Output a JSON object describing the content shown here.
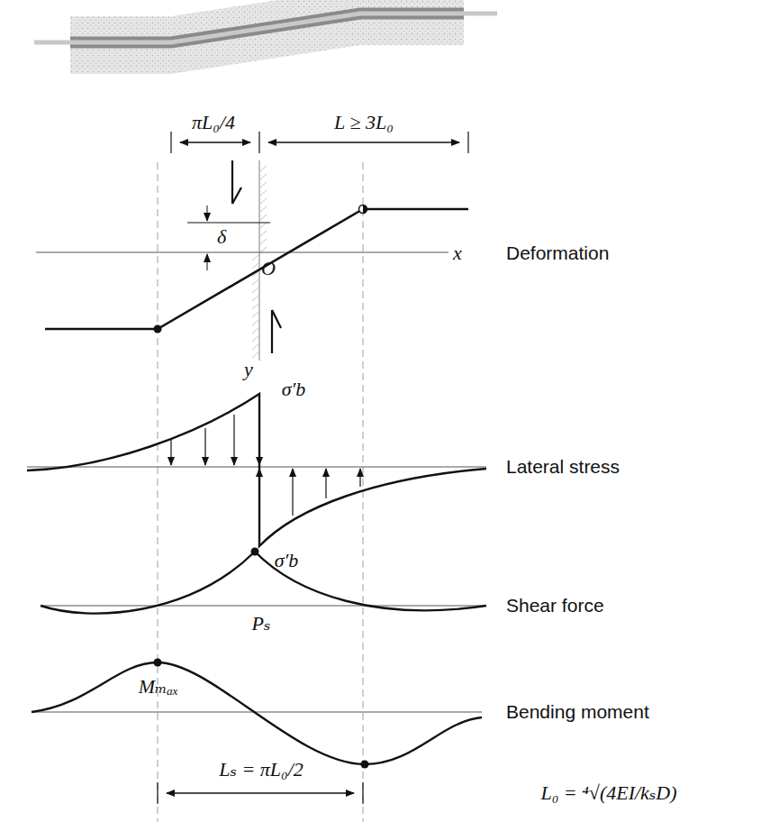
{
  "diagram": {
    "labels": [
      "πL₀/4",
      "L ≥ 3L₀",
      "δ",
      "O",
      "x",
      "y",
      "Deformation",
      "σ′b",
      "σ′b",
      "Lateral stress",
      "Pₛ",
      "Shear force",
      "Mₘₐₓ",
      "Bending moment",
      "Lₛ = πL₀/2",
      "L₀ = ⁴√(4EI/kₛD)"
    ]
  }
}
